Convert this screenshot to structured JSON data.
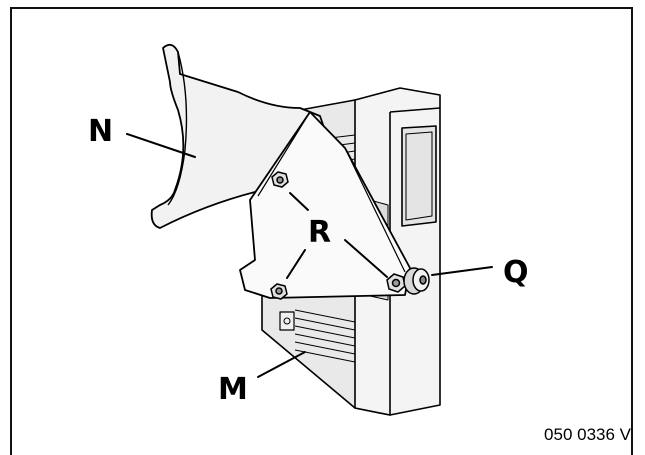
{
  "callouts": {
    "n": "N",
    "r": "R",
    "q": "Q",
    "m": "M"
  },
  "figure_code": "050 0336 V"
}
